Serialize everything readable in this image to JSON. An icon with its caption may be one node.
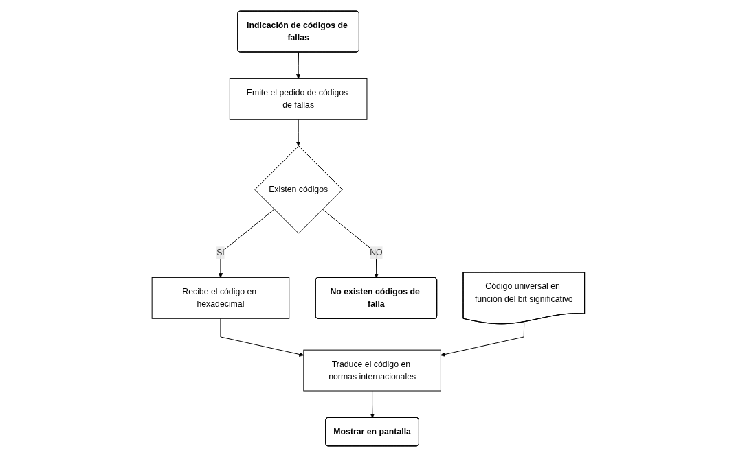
{
  "diagram": {
    "nodes": [
      {
        "text": [
          "Indicación de códigos de fallas"
        ]
      },
      {
        "text": [
          "Emite el pedido de códigos de fallas"
        ]
      },
      {
        "text": [
          "Existen códigos"
        ]
      },
      {
        "text": [
          "Recibe el código en hexadecimal"
        ]
      },
      {
        "text": [
          "Traduce el código en normas internacionales"
        ]
      },
      {
        "text": [
          "Mostrar en pantalla"
        ]
      },
      {
        "text": [
          "No existen códigos de falla"
        ]
      },
      {
        "text": [
          "Código universal en función del bit significativo"
        ]
      }
    ],
    "edges": [
      {
        "from": 0,
        "to": 1,
        "arrow": "to"
      },
      {
        "from": 1,
        "to": 2,
        "arrow": "to"
      },
      {
        "from": 2,
        "to": 3,
        "arrow": "to",
        "label": "SI"
      },
      {
        "from": 3,
        "to": 4,
        "arrow": "to"
      },
      {
        "from": 4,
        "to": 5,
        "arrow": "to"
      },
      {
        "from": 2,
        "to": 6,
        "arrow": "to",
        "label": "NO"
      },
      {
        "from": 7,
        "to": 4,
        "arrow": "to"
      }
    ]
  }
}
